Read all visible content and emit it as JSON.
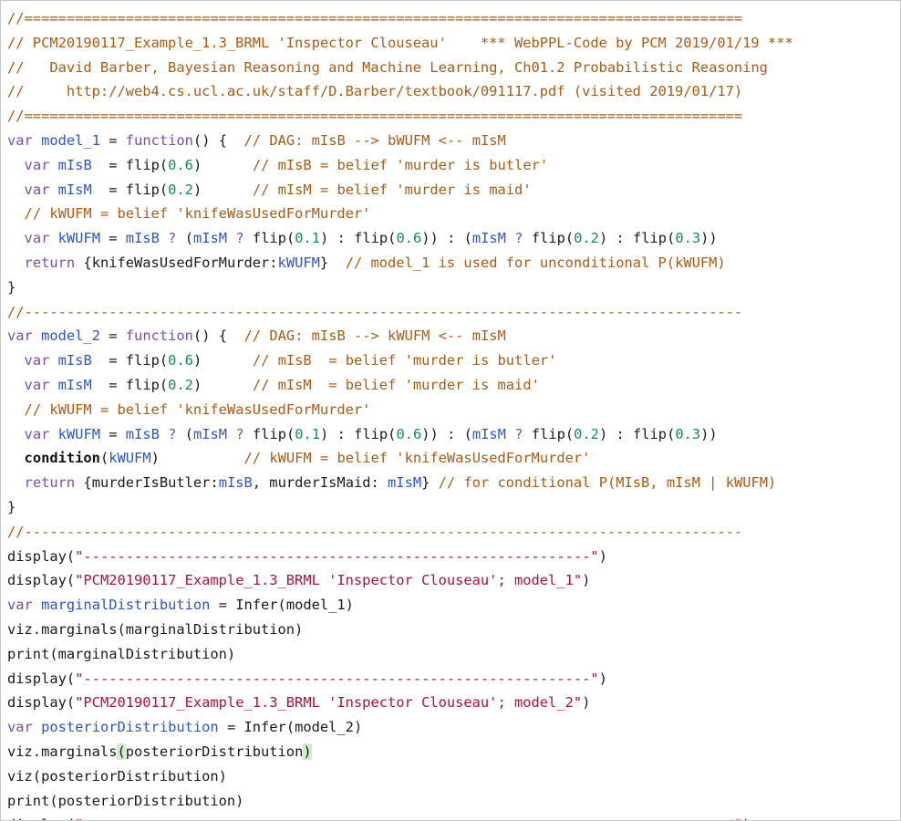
{
  "lines": [
    [
      {
        "t": "cm",
        "v": "//====================================================================================="
      }
    ],
    [
      {
        "t": "cm",
        "v": "// PCM20190117_Example_1.3_BRML 'Inspector Clouseau'    *** WebPPL-Code by PCM 2019/01/19 ***"
      }
    ],
    [
      {
        "t": "cm",
        "v": "//   David Barber, Bayesian Reasoning and Machine Learning, Ch01.2 Probabilistic Reasoning"
      }
    ],
    [
      {
        "t": "cm",
        "v": "//     http://web4.cs.ucl.ac.uk/staff/D.Barber/textbook/091117.pdf (visited 2019/01/17)"
      }
    ],
    [
      {
        "t": "cm",
        "v": "//====================================================================================="
      }
    ],
    [
      {
        "t": "kw",
        "v": "var"
      },
      {
        "t": "",
        "v": " "
      },
      {
        "t": "vr",
        "v": "model_1"
      },
      {
        "t": "",
        "v": " = "
      },
      {
        "t": "kw",
        "v": "function"
      },
      {
        "t": "",
        "v": "() {  "
      },
      {
        "t": "cm",
        "v": "// DAG: mIsB --> bWUFM <-- mIsM"
      }
    ],
    [
      {
        "t": "",
        "v": "  "
      },
      {
        "t": "kw",
        "v": "var"
      },
      {
        "t": "",
        "v": " "
      },
      {
        "t": "vr",
        "v": "mIsB"
      },
      {
        "t": "",
        "v": "  = flip("
      },
      {
        "t": "nm",
        "v": "0.6"
      },
      {
        "t": "",
        "v": ")      "
      },
      {
        "t": "cm",
        "v": "// mIsB = belief 'murder is butler'"
      }
    ],
    [
      {
        "t": "",
        "v": "  "
      },
      {
        "t": "kw",
        "v": "var"
      },
      {
        "t": "",
        "v": " "
      },
      {
        "t": "vr",
        "v": "mIsM"
      },
      {
        "t": "",
        "v": "  = flip("
      },
      {
        "t": "nm",
        "v": "0.2"
      },
      {
        "t": "",
        "v": ")      "
      },
      {
        "t": "cm",
        "v": "// mIsM = belief 'murder is maid'"
      }
    ],
    [
      {
        "t": "",
        "v": "  "
      },
      {
        "t": "cm",
        "v": "// kWUFM = belief 'knifeWasUsedForMurder'"
      }
    ],
    [
      {
        "t": "",
        "v": "  "
      },
      {
        "t": "kw",
        "v": "var"
      },
      {
        "t": "",
        "v": " "
      },
      {
        "t": "vr",
        "v": "kWUFM"
      },
      {
        "t": "",
        "v": " = "
      },
      {
        "t": "vr",
        "v": "mIsB"
      },
      {
        "t": "",
        "v": " "
      },
      {
        "t": "kw",
        "v": "?"
      },
      {
        "t": "",
        "v": " ("
      },
      {
        "t": "vr",
        "v": "mIsM"
      },
      {
        "t": "",
        "v": " "
      },
      {
        "t": "kw",
        "v": "?"
      },
      {
        "t": "",
        "v": " flip("
      },
      {
        "t": "nm",
        "v": "0.1"
      },
      {
        "t": "",
        "v": ") : flip("
      },
      {
        "t": "nm",
        "v": "0.6"
      },
      {
        "t": "",
        "v": ")) : ("
      },
      {
        "t": "vr",
        "v": "mIsM"
      },
      {
        "t": "",
        "v": " "
      },
      {
        "t": "kw",
        "v": "?"
      },
      {
        "t": "",
        "v": " flip("
      },
      {
        "t": "nm",
        "v": "0.2"
      },
      {
        "t": "",
        "v": ") : flip("
      },
      {
        "t": "nm",
        "v": "0.3"
      },
      {
        "t": "",
        "v": "))"
      }
    ],
    [
      {
        "t": "",
        "v": "  "
      },
      {
        "t": "kw",
        "v": "return"
      },
      {
        "t": "",
        "v": " {knifeWasUsedForMurder:"
      },
      {
        "t": "vr",
        "v": "kWUFM"
      },
      {
        "t": "",
        "v": "}  "
      },
      {
        "t": "cm",
        "v": "// model_1 is used for unconditional P(kWUFM)"
      }
    ],
    [
      {
        "t": "",
        "v": "}"
      }
    ],
    [
      {
        "t": "cm",
        "v": "//-------------------------------------------------------------------------------------"
      }
    ],
    [
      {
        "t": "kw",
        "v": "var"
      },
      {
        "t": "",
        "v": " "
      },
      {
        "t": "vr",
        "v": "model_2"
      },
      {
        "t": "",
        "v": " = "
      },
      {
        "t": "kw",
        "v": "function"
      },
      {
        "t": "",
        "v": "() {  "
      },
      {
        "t": "cm",
        "v": "// DAG: mIsB --> kWUFM <-- mIsM"
      }
    ],
    [
      {
        "t": "",
        "v": "  "
      },
      {
        "t": "kw",
        "v": "var"
      },
      {
        "t": "",
        "v": " "
      },
      {
        "t": "vr",
        "v": "mIsB"
      },
      {
        "t": "",
        "v": "  = flip("
      },
      {
        "t": "nm",
        "v": "0.6"
      },
      {
        "t": "",
        "v": ")      "
      },
      {
        "t": "cm",
        "v": "// mIsB  = belief 'murder is butler'"
      }
    ],
    [
      {
        "t": "",
        "v": "  "
      },
      {
        "t": "kw",
        "v": "var"
      },
      {
        "t": "",
        "v": " "
      },
      {
        "t": "vr",
        "v": "mIsM"
      },
      {
        "t": "",
        "v": "  = flip("
      },
      {
        "t": "nm",
        "v": "0.2"
      },
      {
        "t": "",
        "v": ")      "
      },
      {
        "t": "cm",
        "v": "// mIsM  = belief 'murder is maid'"
      }
    ],
    [
      {
        "t": "",
        "v": "  "
      },
      {
        "t": "cm",
        "v": "// kWUFM = belief 'knifeWasUsedForMurder'"
      }
    ],
    [
      {
        "t": "",
        "v": "  "
      },
      {
        "t": "kw",
        "v": "var"
      },
      {
        "t": "",
        "v": " "
      },
      {
        "t": "vr",
        "v": "kWUFM"
      },
      {
        "t": "",
        "v": " = "
      },
      {
        "t": "vr",
        "v": "mIsB"
      },
      {
        "t": "",
        "v": " "
      },
      {
        "t": "kw",
        "v": "?"
      },
      {
        "t": "",
        "v": " ("
      },
      {
        "t": "vr",
        "v": "mIsM"
      },
      {
        "t": "",
        "v": " "
      },
      {
        "t": "kw",
        "v": "?"
      },
      {
        "t": "",
        "v": " flip("
      },
      {
        "t": "nm",
        "v": "0.1"
      },
      {
        "t": "",
        "v": ") : flip("
      },
      {
        "t": "nm",
        "v": "0.6"
      },
      {
        "t": "",
        "v": ")) : ("
      },
      {
        "t": "vr",
        "v": "mIsM"
      },
      {
        "t": "",
        "v": " "
      },
      {
        "t": "kw",
        "v": "?"
      },
      {
        "t": "",
        "v": " flip("
      },
      {
        "t": "nm",
        "v": "0.2"
      },
      {
        "t": "",
        "v": ") : flip("
      },
      {
        "t": "nm",
        "v": "0.3"
      },
      {
        "t": "",
        "v": "))"
      }
    ],
    [
      {
        "t": "",
        "v": "  "
      },
      {
        "t": "bd",
        "v": "condition"
      },
      {
        "t": "",
        "v": "("
      },
      {
        "t": "vr",
        "v": "kWUFM"
      },
      {
        "t": "",
        "v": ")          "
      },
      {
        "t": "cm",
        "v": "// kWUFM = belief 'knifeWasUsedForMurder'"
      }
    ],
    [
      {
        "t": "",
        "v": "  "
      },
      {
        "t": "kw",
        "v": "return"
      },
      {
        "t": "",
        "v": " {murderIsButler:"
      },
      {
        "t": "vr",
        "v": "mIsB"
      },
      {
        "t": "",
        "v": ", murderIsMaid: "
      },
      {
        "t": "vr",
        "v": "mIsM"
      },
      {
        "t": "",
        "v": "} "
      },
      {
        "t": "cm",
        "v": "// for conditional P(MIsB, mIsM | kWUFM)"
      }
    ],
    [
      {
        "t": "",
        "v": "}"
      }
    ],
    [
      {
        "t": "cm",
        "v": "//-------------------------------------------------------------------------------------"
      }
    ],
    [
      {
        "t": "",
        "v": "display("
      },
      {
        "t": "st",
        "v": "\"------------------------------------------------------------\""
      },
      {
        "t": "",
        "v": ")"
      }
    ],
    [
      {
        "t": "",
        "v": "display("
      },
      {
        "t": "st",
        "v": "\"PCM20190117_Example_1.3_BRML 'Inspector Clouseau'; model_1\""
      },
      {
        "t": "",
        "v": ")"
      }
    ],
    [
      {
        "t": "kw",
        "v": "var"
      },
      {
        "t": "",
        "v": " "
      },
      {
        "t": "vr",
        "v": "marginalDistribution"
      },
      {
        "t": "",
        "v": " = Infer(model_1)"
      }
    ],
    [
      {
        "t": "",
        "v": "viz.marginals(marginalDistribution)"
      }
    ],
    [
      {
        "t": "",
        "v": "print(marginalDistribution)"
      }
    ],
    [
      {
        "t": "",
        "v": "display("
      },
      {
        "t": "st",
        "v": "\"------------------------------------------------------------\""
      },
      {
        "t": "",
        "v": ")"
      }
    ],
    [
      {
        "t": "",
        "v": "display("
      },
      {
        "t": "st",
        "v": "\"PCM20190117_Example_1.3_BRML 'Inspector Clouseau'; model_2\""
      },
      {
        "t": "",
        "v": ")"
      }
    ],
    [
      {
        "t": "kw",
        "v": "var"
      },
      {
        "t": "",
        "v": " "
      },
      {
        "t": "vr",
        "v": "posteriorDistribution"
      },
      {
        "t": "",
        "v": " = Infer(model_2)"
      }
    ],
    [
      {
        "t": "",
        "v": "viz.marginals"
      },
      {
        "t": "br",
        "v": "("
      },
      {
        "t": "",
        "v": "posteriorDistribution"
      },
      {
        "t": "br",
        "v": ")"
      }
    ],
    [
      {
        "t": "",
        "v": "viz(posteriorDistribution)"
      }
    ],
    [
      {
        "t": "",
        "v": "print(posteriorDistribution)"
      }
    ],
    [
      {
        "t": "",
        "v": "display("
      },
      {
        "t": "st",
        "v": "\"=============================================================================\""
      },
      {
        "t": "",
        "v": ")"
      }
    ]
  ]
}
